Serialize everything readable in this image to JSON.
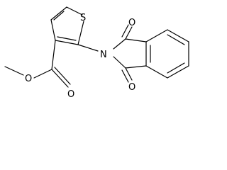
{
  "molecule": {
    "atom_labels": {
      "sulfur": "S",
      "nitrogen": "N",
      "ester_methoxy_oxygen": "O",
      "ester_carbonyl_oxygen": "O",
      "imide_upper_oxygen": "O",
      "imide_lower_oxygen": "O"
    }
  }
}
